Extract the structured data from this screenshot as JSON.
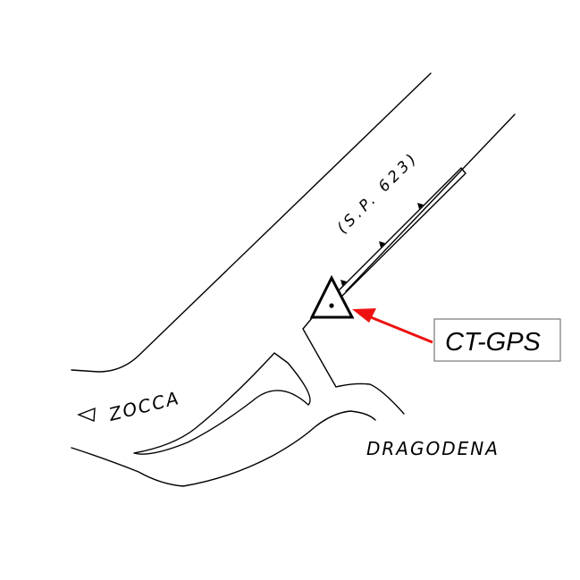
{
  "map": {
    "road_label": "(S.P. 623)",
    "place_zocca": "ZOCCA",
    "place_dragodena": "DRAGODENA",
    "callout_label": "CT-GPS",
    "colors": {
      "background": "#ffffff",
      "lines": "#000000",
      "callout_arrow": "#ee1111",
      "callout_border": "#777777"
    },
    "icons": {
      "station_marker": "gps-station-triangle-icon",
      "zocca_pointer": "direction-triangle-icon"
    }
  }
}
